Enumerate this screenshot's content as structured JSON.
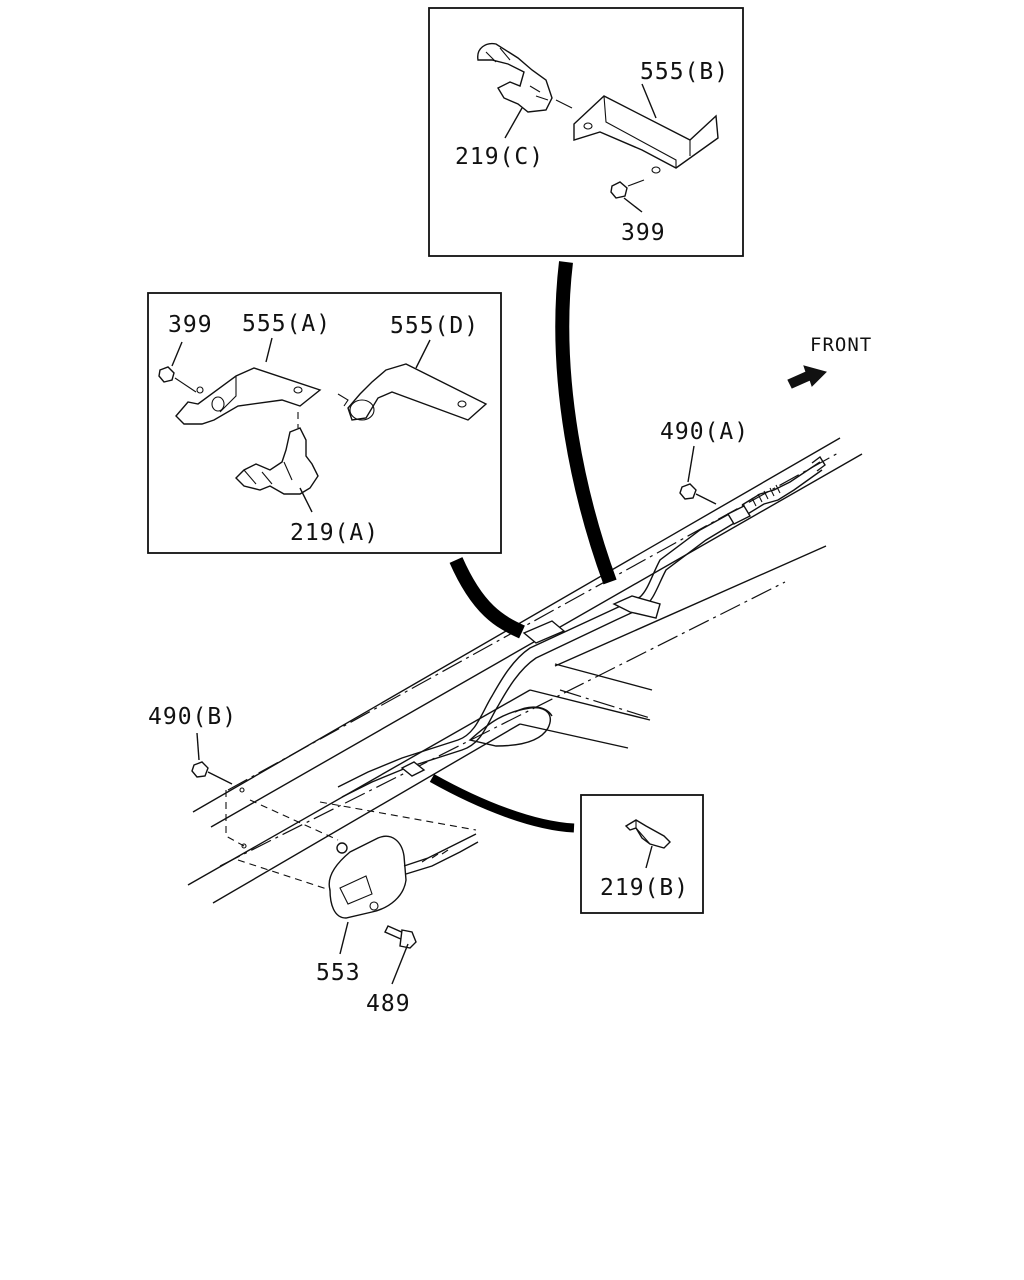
{
  "labels": {
    "p555b": "555(B)",
    "p219c": "219(C)",
    "p399_top": "399",
    "p399_left": "399",
    "p555a": "555(A)",
    "p555d": "555(D)",
    "p219a": "219(A)",
    "front": "FRONT",
    "p490a": "490(A)",
    "p490b": "490(B)",
    "p219b": "219(B)",
    "p553": "553",
    "p489": "489"
  }
}
